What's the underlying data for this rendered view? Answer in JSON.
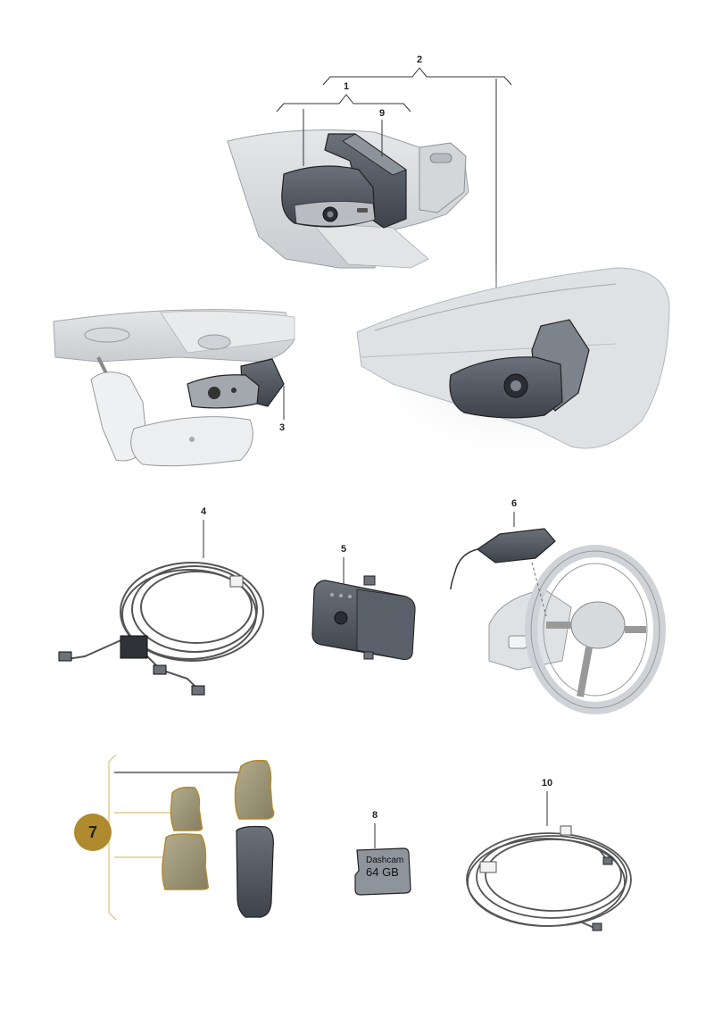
{
  "callouts": {
    "c1": "1",
    "c2": "2",
    "c3": "3",
    "c4": "4",
    "c5": "5",
    "c6": "6",
    "c7": "7",
    "c8": "8",
    "c9": "9",
    "c10": "10"
  },
  "sd_card": {
    "line1": "Dashcam",
    "line2": "64 GB"
  },
  "colors": {
    "accent_gold": "#b08a2e",
    "pad_fill": "#9c9578",
    "device_dark": "#4a4f58",
    "outline": "#333333"
  }
}
